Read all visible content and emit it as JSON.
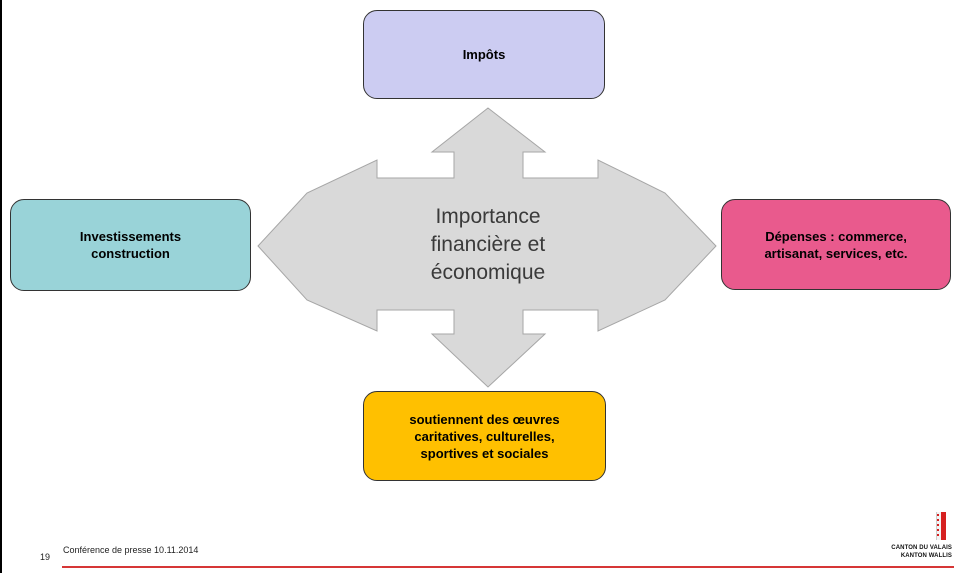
{
  "diagram": {
    "center_label": "Importance\nfinancière et\néconomique",
    "boxes": {
      "top": {
        "label": "Impôts",
        "color": "#ccccf2"
      },
      "left": {
        "label": "Investissements\nconstruction",
        "color": "#99d3d8"
      },
      "right": {
        "label": "Dépenses : commerce,\nartisanat, services, etc.",
        "color": "#e95a8d"
      },
      "bottom": {
        "label": "soutiennent des œuvres\ncaritatives, culturelles,\nsportives et sociales",
        "color": "#ffc000"
      }
    },
    "arrow_color": "#d9d9d9"
  },
  "footer": {
    "slide_number": "19",
    "caption": "Conférence de presse 10.11.2014",
    "accent_color": "#d63636"
  },
  "logo": {
    "line1": "CANTON DU VALAIS",
    "line2": "KANTON WALLIS"
  }
}
